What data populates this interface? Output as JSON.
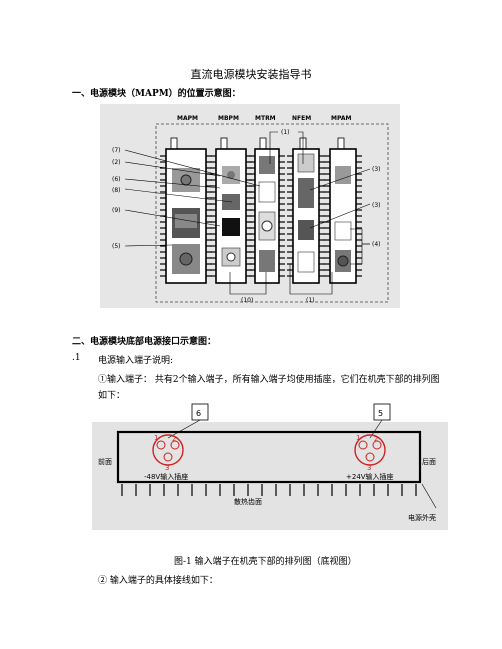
{
  "doc": {
    "title": "直流电源模块安装指导书",
    "section1": "一、电源模块（MAPM）的位置示意图：",
    "section2": "二、电源模块底部电源接口示意图：",
    "item_num": ".1",
    "item_text": "电源输入端子说明:",
    "para1_line1": "①输入端子：  共有2个输入端子，所有输入端子均使用插座，它们在机壳下部的排列图",
    "para1_line2": "如下：",
    "caption": "图-1    输入端子在机壳下部的排列图（底视图）",
    "para2": "②  输入端子的具体接线如下："
  },
  "fig1": {
    "modules": [
      "MAPM",
      "MBPM",
      "MTRM",
      "NFEM",
      "MPAM"
    ],
    "callouts_left": [
      "(7)",
      "(2)",
      "(6)",
      "(8)",
      "(9)",
      "(5)"
    ],
    "callout_top": "(1)",
    "callouts_right": [
      "(3)",
      "(3)",
      "(4)"
    ],
    "callouts_bottom": [
      "(10)",
      "(1)"
    ]
  },
  "fig2": {
    "box_left": "6",
    "box_right": "5",
    "pin1": "1",
    "pin2": "2",
    "pin3": "3",
    "left_side": "前面",
    "right_side": "后面",
    "left_socket": "-48V输入插座",
    "right_socket": "+24V输入插座",
    "heatsink": "散热齿面",
    "shell": "电源外壳",
    "accent_color": "#cc2222"
  }
}
